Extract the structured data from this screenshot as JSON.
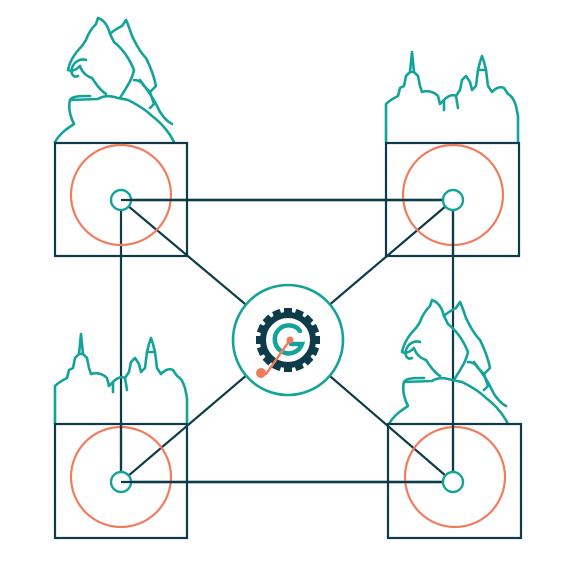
{
  "colors": {
    "background": "#ffffff",
    "frame": "#0d3b4a",
    "teal": "#14a39a",
    "orange": "#ef7c5c",
    "gear": "#0d3b4a"
  },
  "center_logo": {
    "icon": "gear-g-logo-icon",
    "letter": "G"
  },
  "nodes": [
    {
      "id": "top-left",
      "landmark_icon": "equestrian-statue-icon"
    },
    {
      "id": "top-right",
      "landmark_icon": "cathedral-spires-icon"
    },
    {
      "id": "bottom-left",
      "landmark_icon": "cathedral-spires-icon"
    },
    {
      "id": "bottom-right",
      "landmark_icon": "equestrian-statue-icon"
    }
  ]
}
